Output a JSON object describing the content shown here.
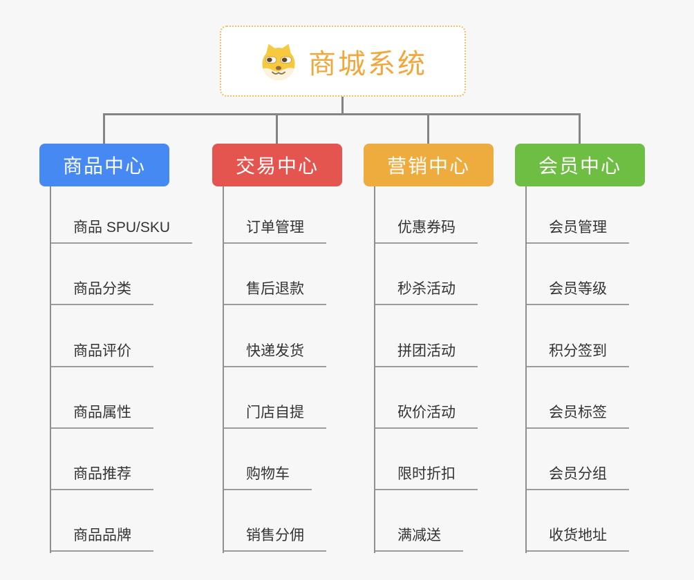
{
  "root": {
    "title": "商城系统",
    "icon": "dog-face-icon"
  },
  "colors": {
    "background": "#F7F7F8",
    "root_title": "#F0A83C",
    "root_border": "#F3BD62",
    "connector": "#848484",
    "item_underline": "#9B9B9B",
    "item_text": "#333333",
    "branch_product": "#4689F2",
    "branch_trade": "#E5554F",
    "branch_marketing": "#EFAC3E",
    "branch_member": "#6FBE44"
  },
  "branches": [
    {
      "label": "商品中心",
      "color": "#4689F2",
      "items": [
        "商品 SPU/SKU",
        "商品分类",
        "商品评价",
        "商品属性",
        "商品推荐",
        "商品品牌"
      ]
    },
    {
      "label": "交易中心",
      "color": "#E5554F",
      "items": [
        "订单管理",
        "售后退款",
        "快递发货",
        "门店自提",
        "购物车",
        "销售分佣"
      ]
    },
    {
      "label": "营销中心",
      "color": "#EFAC3E",
      "items": [
        "优惠券码",
        "秒杀活动",
        "拼团活动",
        "砍价活动",
        "限时折扣",
        "满减送"
      ]
    },
    {
      "label": "会员中心",
      "color": "#6FBE44",
      "items": [
        "会员管理",
        "会员等级",
        "积分签到",
        "会员标签",
        "会员分组",
        "收货地址"
      ]
    }
  ]
}
